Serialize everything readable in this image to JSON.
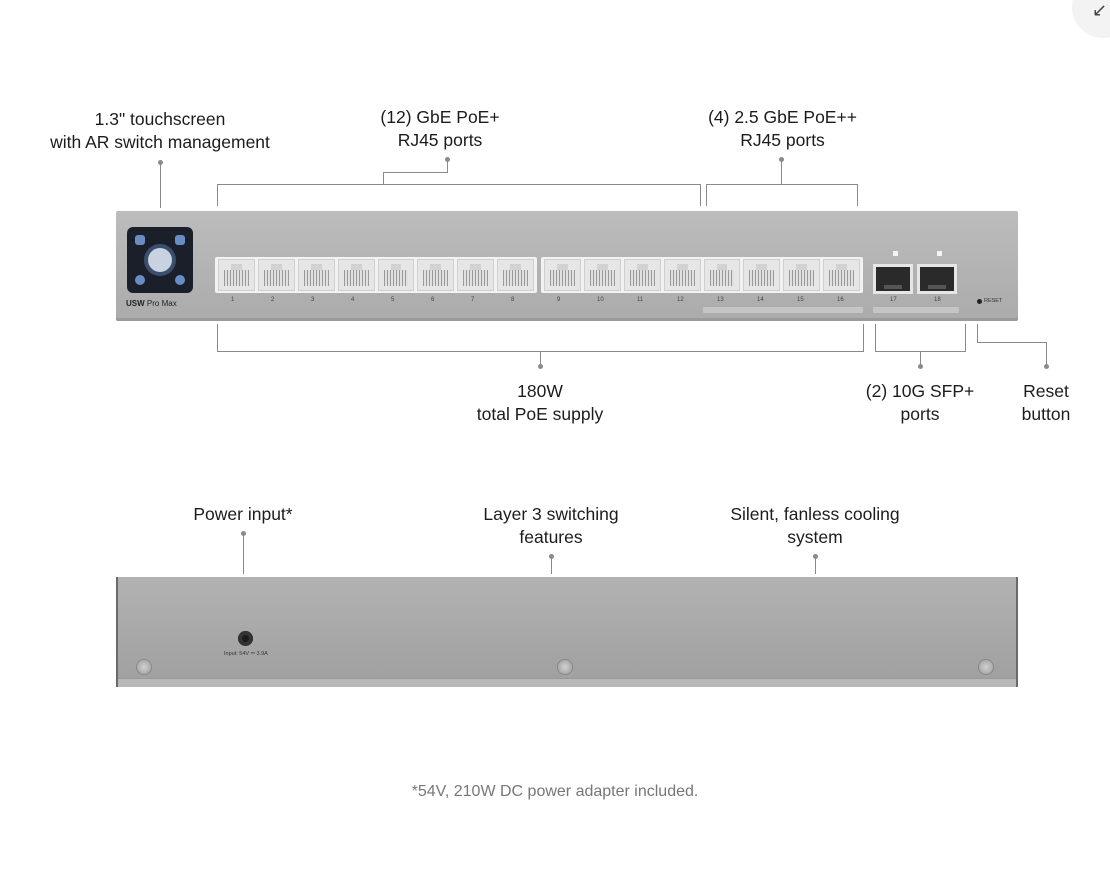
{
  "annotations": {
    "touchscreen": [
      "1.3\" touchscreen",
      "with AR switch management"
    ],
    "gbe_poe": [
      "(12) GbE PoE+",
      "RJ45 ports"
    ],
    "poe_plus_plus": [
      "(4) 2.5 GbE PoE++",
      "RJ45 ports"
    ],
    "poe_supply": [
      "180W",
      "total PoE supply"
    ],
    "sfp": [
      "(2) 10G SFP+",
      "ports"
    ],
    "reset": [
      "Reset",
      "button"
    ],
    "power_input": [
      "Power input*"
    ],
    "layer3": [
      "Layer 3 switching",
      "features"
    ],
    "cooling": [
      "Silent, fanless cooling",
      "system"
    ]
  },
  "device": {
    "brand_bold": "USW",
    "brand_model": "Pro Max",
    "port_labels": [
      "1",
      "2",
      "3",
      "4",
      "5",
      "6",
      "7",
      "8",
      "9",
      "10",
      "11",
      "12",
      "13",
      "14",
      "15",
      "16"
    ],
    "sfp_labels": [
      "17",
      "18"
    ],
    "reset_label": "RESET",
    "power_rating": "Input: 54V ⎓ 3.9A"
  },
  "footnote": "*54V, 210W DC power adapter included.",
  "icons": {
    "corner": "collapse-arrow-icon"
  }
}
